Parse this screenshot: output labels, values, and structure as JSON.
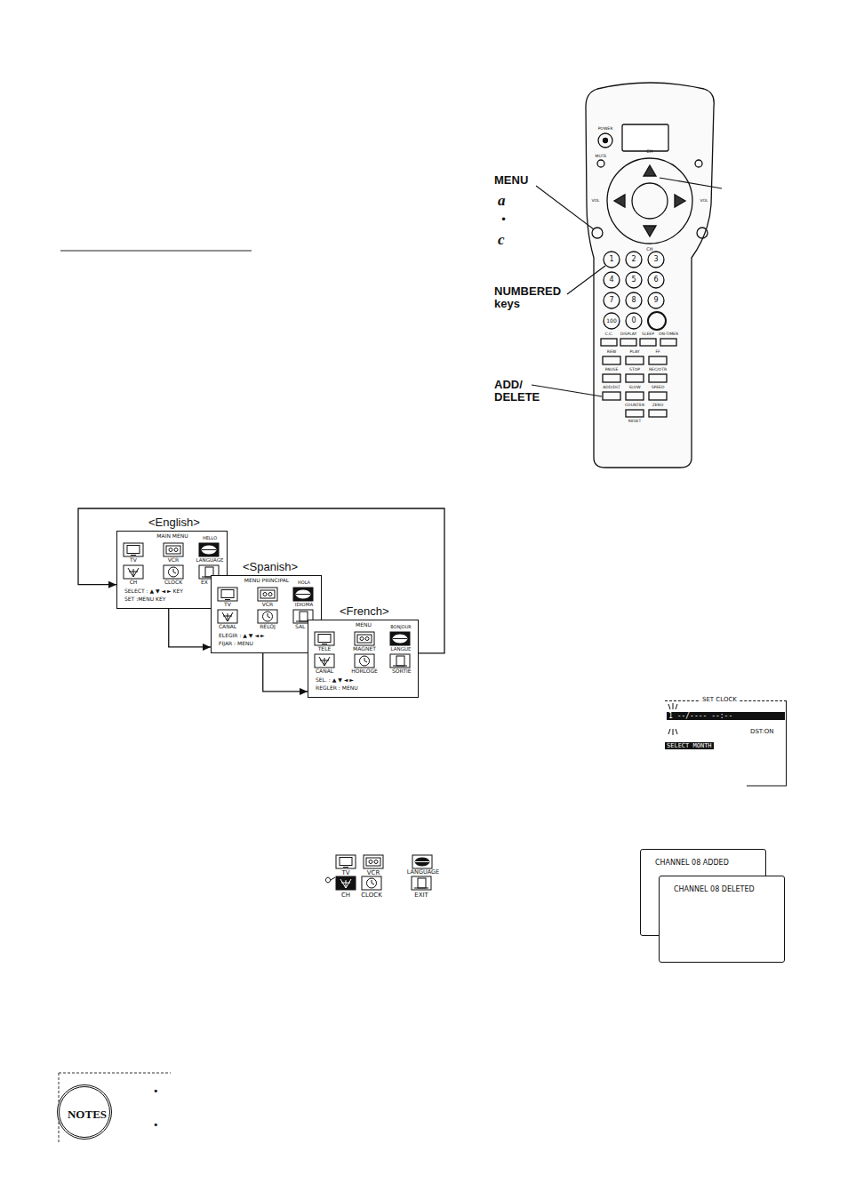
{
  "diagram": {
    "nodes": [
      {
        "text": [
          "<English>",
          "MAIN MENU",
          "HELLO",
          "TV",
          "VCR",
          "LANGUAGE",
          "CH",
          "CLOCK",
          "EX",
          "SELECT : ▲ ▼ ◄ ► KEY",
          "SET :MENU KEY"
        ]
      },
      {
        "text": [
          "<Spanish>",
          "MENU PRINCIPAL",
          "HOLA",
          "TV",
          "VCR",
          "IDIOMA",
          "CANAL",
          "RELOJ",
          "SAL",
          "ELEGIR : ▲ ▼ ◄ ►",
          "FIJAR : MENU"
        ]
      },
      {
        "text": [
          "<French>",
          "MENU",
          "BONJOUR",
          "TELE",
          "MAGNET",
          "LANGUE",
          "CANAL",
          "HORLOGE",
          "SORTIE",
          "SEL. : ▲ ▼ ◄ ►",
          "REGLER : MENU"
        ]
      },
      {
        "text": [
          "SET CLOCK",
          "1 --/---- --:--",
          "DST:ON",
          "SELECT MONTH"
        ]
      },
      {
        "text": [
          "CHANNEL 08 ADDED"
        ]
      },
      {
        "text": [
          "CHANNEL 08 DELETED"
        ]
      },
      {
        "text": [
          "NOTES"
        ]
      }
    ],
    "edges": [
      {
        "from": 0,
        "to": 1,
        "arrow": "to"
      },
      {
        "from": 1,
        "to": 2,
        "arrow": "to"
      },
      {
        "from": 2,
        "to": 0,
        "arrow": "to"
      }
    ],
    "labels": [
      "MENU",
      "a",
      "•",
      "c",
      "NUMBERED keys",
      "ADD/ DELETE",
      "POWER",
      "MUTE",
      "CH",
      "VOL",
      "VOL",
      "CH",
      "1",
      "2",
      "3",
      "4",
      "5",
      "6",
      "7",
      "8",
      "9",
      "100",
      "0",
      "C.C.",
      "DISPLAY",
      "SLEEP",
      "ON-TIMER",
      "REW",
      "PLAY",
      "FF",
      "PAUSE",
      "STOP",
      "REC/OTR",
      "ADD/DLT",
      "SLOW",
      "SPEED",
      "COUNTER",
      "RESET",
      "ZERO",
      "TV",
      "VCR",
      "LANGUAGE",
      "CH",
      "CLOCK",
      "EXIT",
      "•",
      "•"
    ]
  }
}
